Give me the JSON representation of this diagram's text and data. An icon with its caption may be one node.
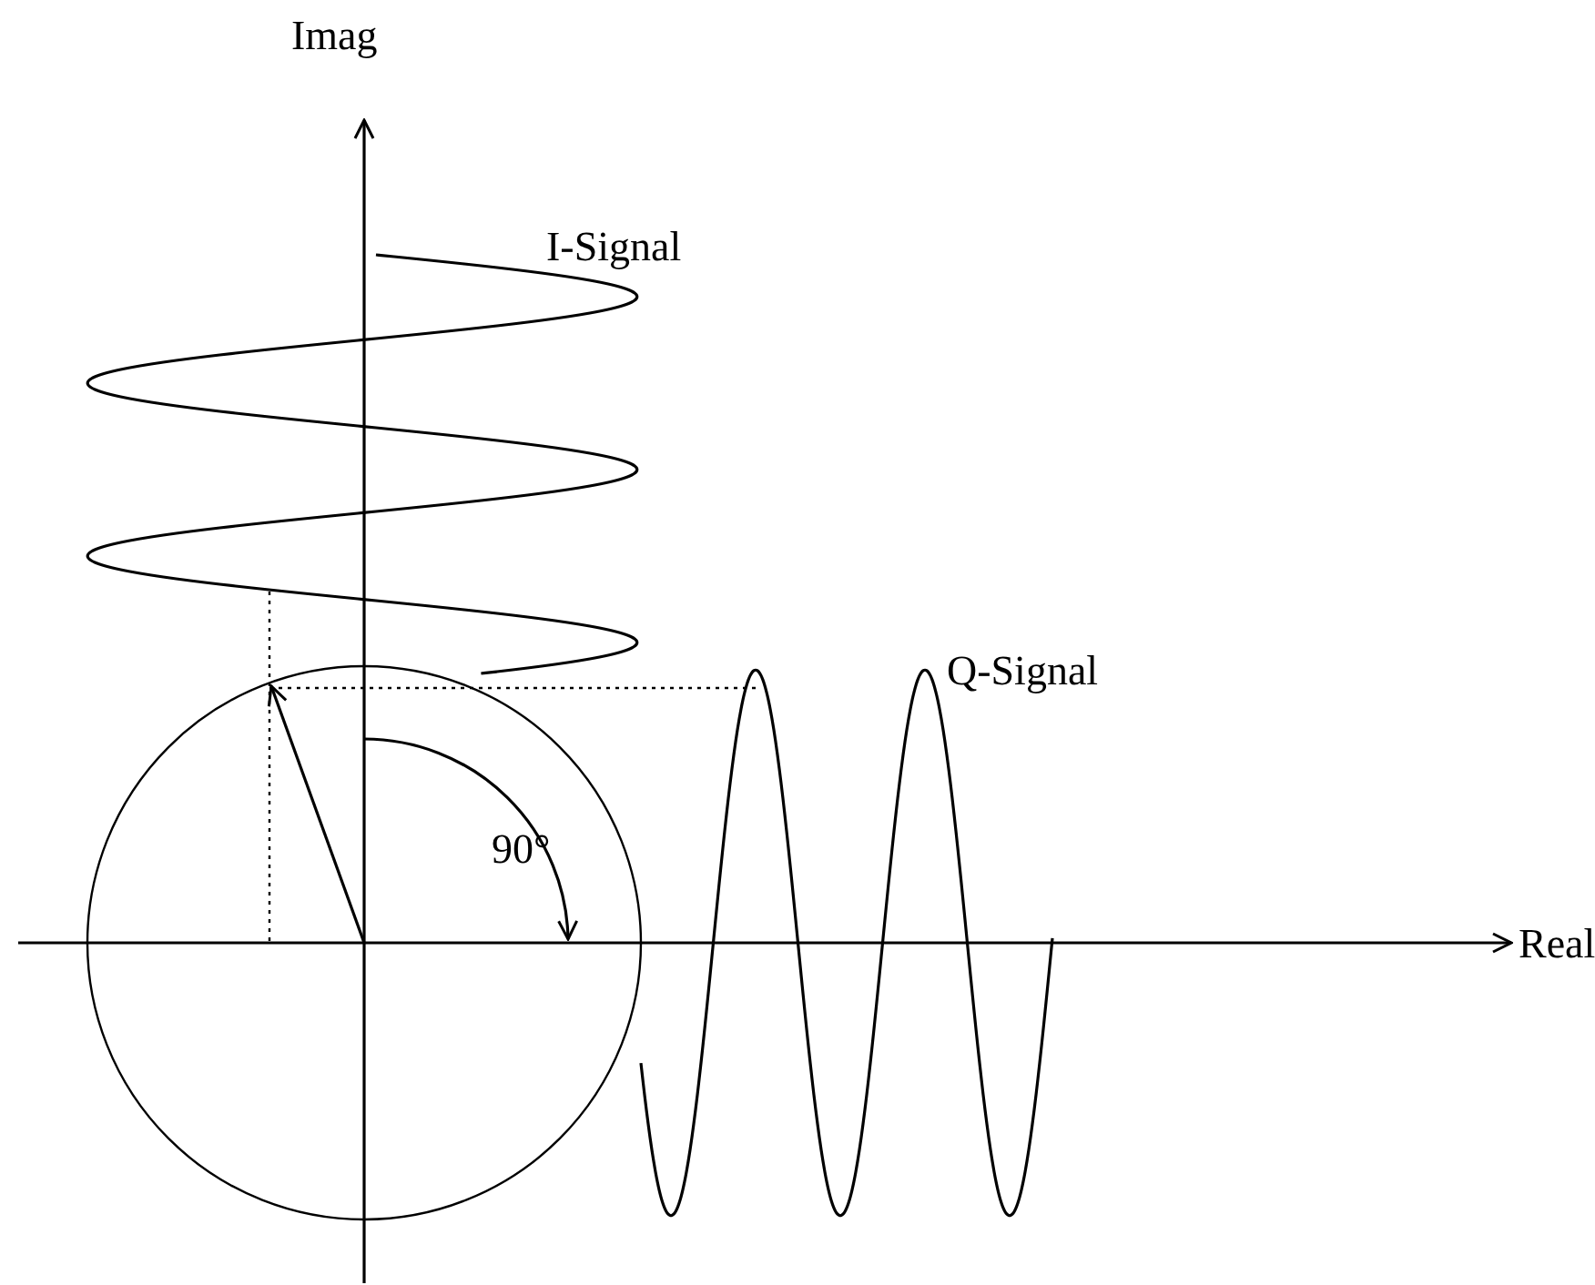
{
  "diagram": {
    "labels": [
      "Imag",
      "I-Signal",
      "Q-Signal",
      "90°",
      "Real"
    ]
  }
}
